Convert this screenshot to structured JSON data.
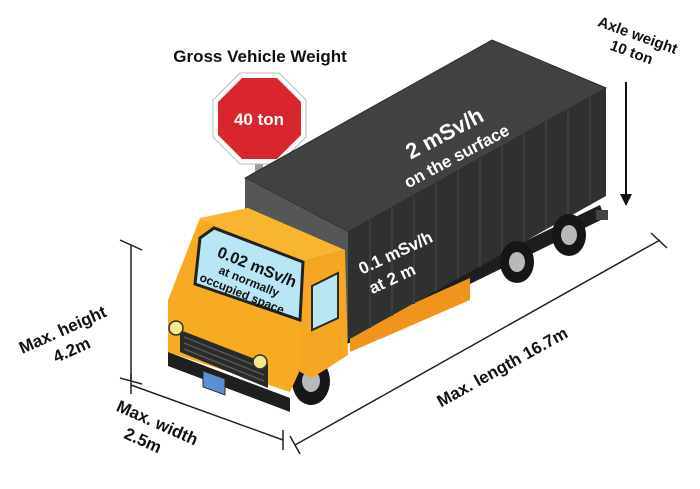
{
  "gross_weight": {
    "title": "Gross Vehicle Weight",
    "sign_value": "40 ton"
  },
  "axle_weight": {
    "line1": "Axle weight",
    "line2": "10 ton"
  },
  "container_top": {
    "line1": "2 mSv/h",
    "line2": "on the surface"
  },
  "container_side": {
    "line1": "0.1 mSv/h",
    "line2": "at 2 m"
  },
  "windshield": {
    "line1": "0.02 mSv/h",
    "line2": "at normally",
    "line3": "occupied space"
  },
  "dimensions": {
    "height_line1": "Max. height",
    "height_line2": "4.2m",
    "width_line1": "Max. width",
    "width_line2": "2.5m",
    "length": "Max. length 16.7m"
  },
  "colors": {
    "sign_red": "#d9252e",
    "cab_orange": "#f5a623",
    "container_dark": "#3d3f3e",
    "windshield_blue": "#b9e6f5"
  }
}
